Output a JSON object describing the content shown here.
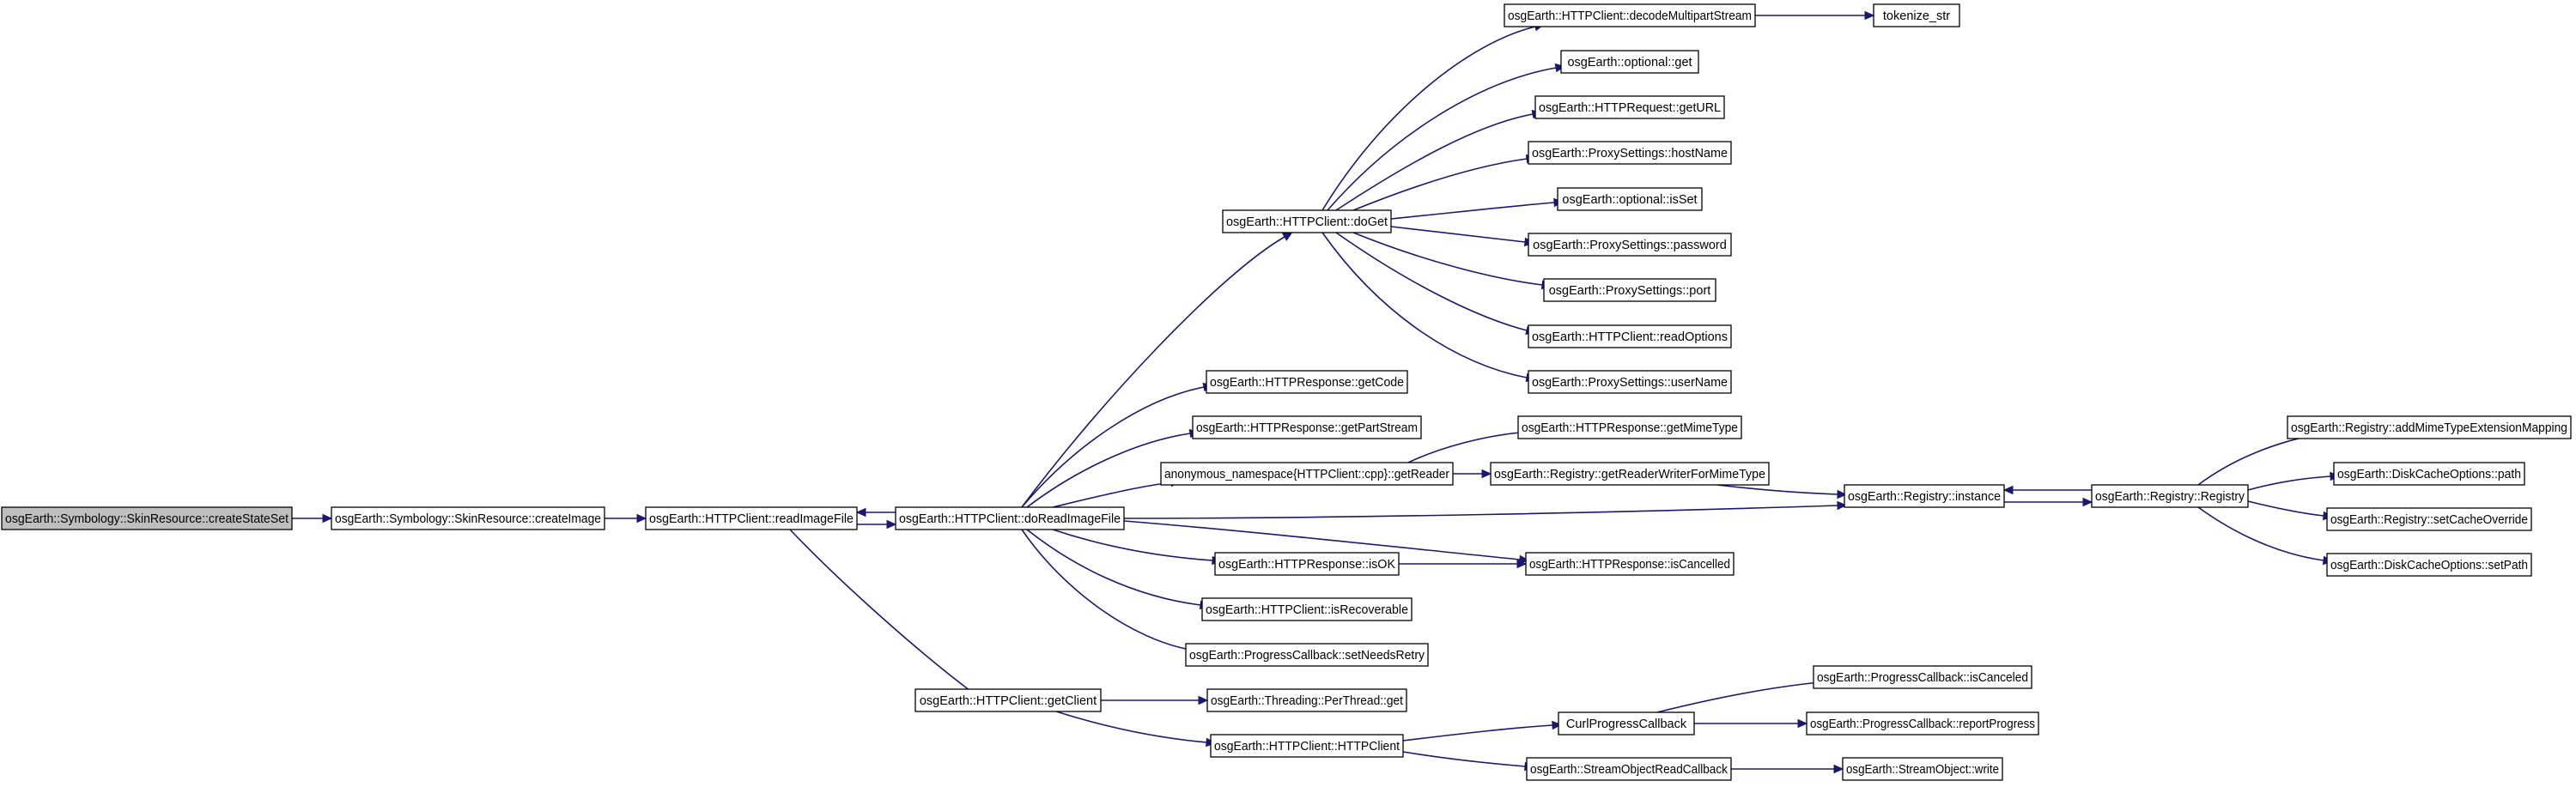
{
  "colors": {
    "edge": "#191970",
    "root_fill": "#bfbfbf",
    "node_fill": "#ffffff",
    "node_border": "#000000"
  },
  "nodes": [
    {
      "id": "createStateSet",
      "label": "osgEarth::Symbology::SkinResource::createStateSet",
      "root": true
    },
    {
      "id": "createImage",
      "label": "osgEarth::Symbology::SkinResource::createImage"
    },
    {
      "id": "readImageFile",
      "label": "osgEarth::HTTPClient::readImageFile"
    },
    {
      "id": "doReadImageFile",
      "label": "osgEarth::HTTPClient::doReadImageFile"
    },
    {
      "id": "getClient",
      "label": "osgEarth::HTTPClient::getClient"
    },
    {
      "id": "doGet",
      "label": "osgEarth::HTTPClient::doGet"
    },
    {
      "id": "getCode",
      "label": "osgEarth::HTTPResponse::getCode"
    },
    {
      "id": "getPartStream",
      "label": "osgEarth::HTTPResponse::getPartStream"
    },
    {
      "id": "getReader",
      "label": "anonymous_namespace{HTTPClient::cpp}::getReader"
    },
    {
      "id": "isOK",
      "label": "osgEarth::HTTPResponse::isOK"
    },
    {
      "id": "isRecoverable",
      "label": "osgEarth::HTTPClient::isRecoverable"
    },
    {
      "id": "setNeedsRetry",
      "label": "osgEarth::ProgressCallback::setNeedsRetry"
    },
    {
      "id": "perThreadGet",
      "label": "osgEarth::Threading::PerThread::get"
    },
    {
      "id": "HTTPClientCtor",
      "label": "osgEarth::HTTPClient::HTTPClient"
    },
    {
      "id": "decodeMultipartStream",
      "label": "osgEarth::HTTPClient::decodeMultipartStream"
    },
    {
      "id": "optionalGet",
      "label": "osgEarth::optional::get"
    },
    {
      "id": "getURL",
      "label": "osgEarth::HTTPRequest::getURL"
    },
    {
      "id": "hostName",
      "label": "osgEarth::ProxySettings::hostName"
    },
    {
      "id": "isSet",
      "label": "osgEarth::optional::isSet"
    },
    {
      "id": "password",
      "label": "osgEarth::ProxySettings::password"
    },
    {
      "id": "port",
      "label": "osgEarth::ProxySettings::port"
    },
    {
      "id": "readOptions",
      "label": "osgEarth::HTTPClient::readOptions"
    },
    {
      "id": "userName",
      "label": "osgEarth::ProxySettings::userName"
    },
    {
      "id": "tokenize_str",
      "label": "tokenize_str"
    },
    {
      "id": "getMimeType",
      "label": "osgEarth::HTTPResponse::getMimeType"
    },
    {
      "id": "getReaderWriterForMimeType",
      "label": "osgEarth::Registry::getReaderWriterForMimeType"
    },
    {
      "id": "instance",
      "label": "osgEarth::Registry::instance"
    },
    {
      "id": "isCancelled",
      "label": "osgEarth::HTTPResponse::isCancelled"
    },
    {
      "id": "CurlProgressCallback",
      "label": "CurlProgressCallback"
    },
    {
      "id": "StreamObjectReadCallback",
      "label": "osgEarth::StreamObjectReadCallback"
    },
    {
      "id": "isCanceled",
      "label": "osgEarth::ProgressCallback::isCanceled"
    },
    {
      "id": "reportProgress",
      "label": "osgEarth::ProgressCallback::reportProgress"
    },
    {
      "id": "write",
      "label": "osgEarth::StreamObject::write"
    },
    {
      "id": "RegistryCtor",
      "label": "osgEarth::Registry::Registry"
    },
    {
      "id": "addMimeTypeExtensionMapping",
      "label": "osgEarth::Registry::addMimeTypeExtensionMapping"
    },
    {
      "id": "dcoPath",
      "label": "osgEarth::DiskCacheOptions::path"
    },
    {
      "id": "setCacheOverride",
      "label": "osgEarth::Registry::setCacheOverride"
    },
    {
      "id": "setPath",
      "label": "osgEarth::DiskCacheOptions::setPath"
    }
  ],
  "edges": [
    {
      "from": "createStateSet",
      "to": "createImage"
    },
    {
      "from": "createImage",
      "to": "readImageFile"
    },
    {
      "from": "readImageFile",
      "to": "doReadImageFile"
    },
    {
      "from": "doReadImageFile",
      "to": "readImageFile"
    },
    {
      "from": "readImageFile",
      "to": "getClient"
    },
    {
      "from": "doReadImageFile",
      "to": "doGet"
    },
    {
      "from": "doReadImageFile",
      "to": "getCode"
    },
    {
      "from": "doReadImageFile",
      "to": "getPartStream"
    },
    {
      "from": "doReadImageFile",
      "to": "getReader"
    },
    {
      "from": "doReadImageFile",
      "to": "instance"
    },
    {
      "from": "doReadImageFile",
      "to": "isCancelled"
    },
    {
      "from": "doReadImageFile",
      "to": "isOK"
    },
    {
      "from": "doReadImageFile",
      "to": "isRecoverable"
    },
    {
      "from": "doReadImageFile",
      "to": "setNeedsRetry"
    },
    {
      "from": "doGet",
      "to": "decodeMultipartStream"
    },
    {
      "from": "doGet",
      "to": "optionalGet"
    },
    {
      "from": "doGet",
      "to": "getURL"
    },
    {
      "from": "doGet",
      "to": "hostName"
    },
    {
      "from": "doGet",
      "to": "isSet"
    },
    {
      "from": "doGet",
      "to": "password"
    },
    {
      "from": "doGet",
      "to": "port"
    },
    {
      "from": "doGet",
      "to": "readOptions"
    },
    {
      "from": "doGet",
      "to": "userName"
    },
    {
      "from": "decodeMultipartStream",
      "to": "tokenize_str"
    },
    {
      "from": "getReader",
      "to": "getMimeType"
    },
    {
      "from": "getReader",
      "to": "getReaderWriterForMimeType"
    },
    {
      "from": "getReaderWriterForMimeType",
      "to": "instance"
    },
    {
      "from": "isOK",
      "to": "isCancelled"
    },
    {
      "from": "getClient",
      "to": "perThreadGet"
    },
    {
      "from": "getClient",
      "to": "HTTPClientCtor"
    },
    {
      "from": "HTTPClientCtor",
      "to": "CurlProgressCallback"
    },
    {
      "from": "HTTPClientCtor",
      "to": "StreamObjectReadCallback"
    },
    {
      "from": "CurlProgressCallback",
      "to": "isCanceled"
    },
    {
      "from": "CurlProgressCallback",
      "to": "reportProgress"
    },
    {
      "from": "StreamObjectReadCallback",
      "to": "write"
    },
    {
      "from": "instance",
      "to": "RegistryCtor"
    },
    {
      "from": "RegistryCtor",
      "to": "instance"
    },
    {
      "from": "RegistryCtor",
      "to": "addMimeTypeExtensionMapping"
    },
    {
      "from": "RegistryCtor",
      "to": "dcoPath"
    },
    {
      "from": "RegistryCtor",
      "to": "setCacheOverride"
    },
    {
      "from": "RegistryCtor",
      "to": "setPath"
    }
  ]
}
